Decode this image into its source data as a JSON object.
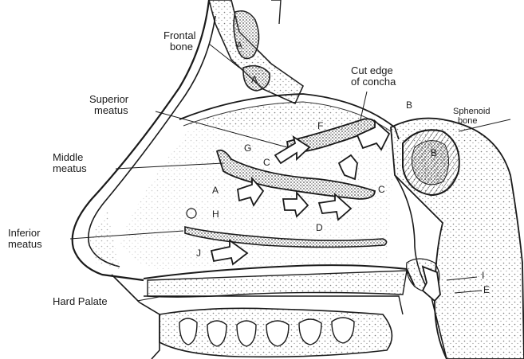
{
  "labels": {
    "frontal_bone": [
      "Frontal",
      "bone"
    ],
    "cut_edge": [
      "Cut edge",
      "of concha"
    ],
    "superior_meatus": [
      "Superior",
      "meatus"
    ],
    "sphenoid_bone": [
      "Sphenoid",
      "bone"
    ],
    "middle_meatus": [
      "Middle",
      "meatus"
    ],
    "inferior_meatus": [
      "Inferior",
      "meatus"
    ],
    "hard_palate": "Hard Palate"
  },
  "letters": {
    "A_top": "A",
    "A_top2": "A",
    "A_mid": "A",
    "B": "B",
    "C": "C",
    "D": "D",
    "E": "E",
    "F": "F",
    "G": "G",
    "H": "H",
    "I": "I",
    "J": "J",
    "B_sphenoid": "B"
  },
  "colors": {
    "ink": "#1a1a1a",
    "paper": "#ffffff",
    "stipple": "#8a8a8a"
  }
}
